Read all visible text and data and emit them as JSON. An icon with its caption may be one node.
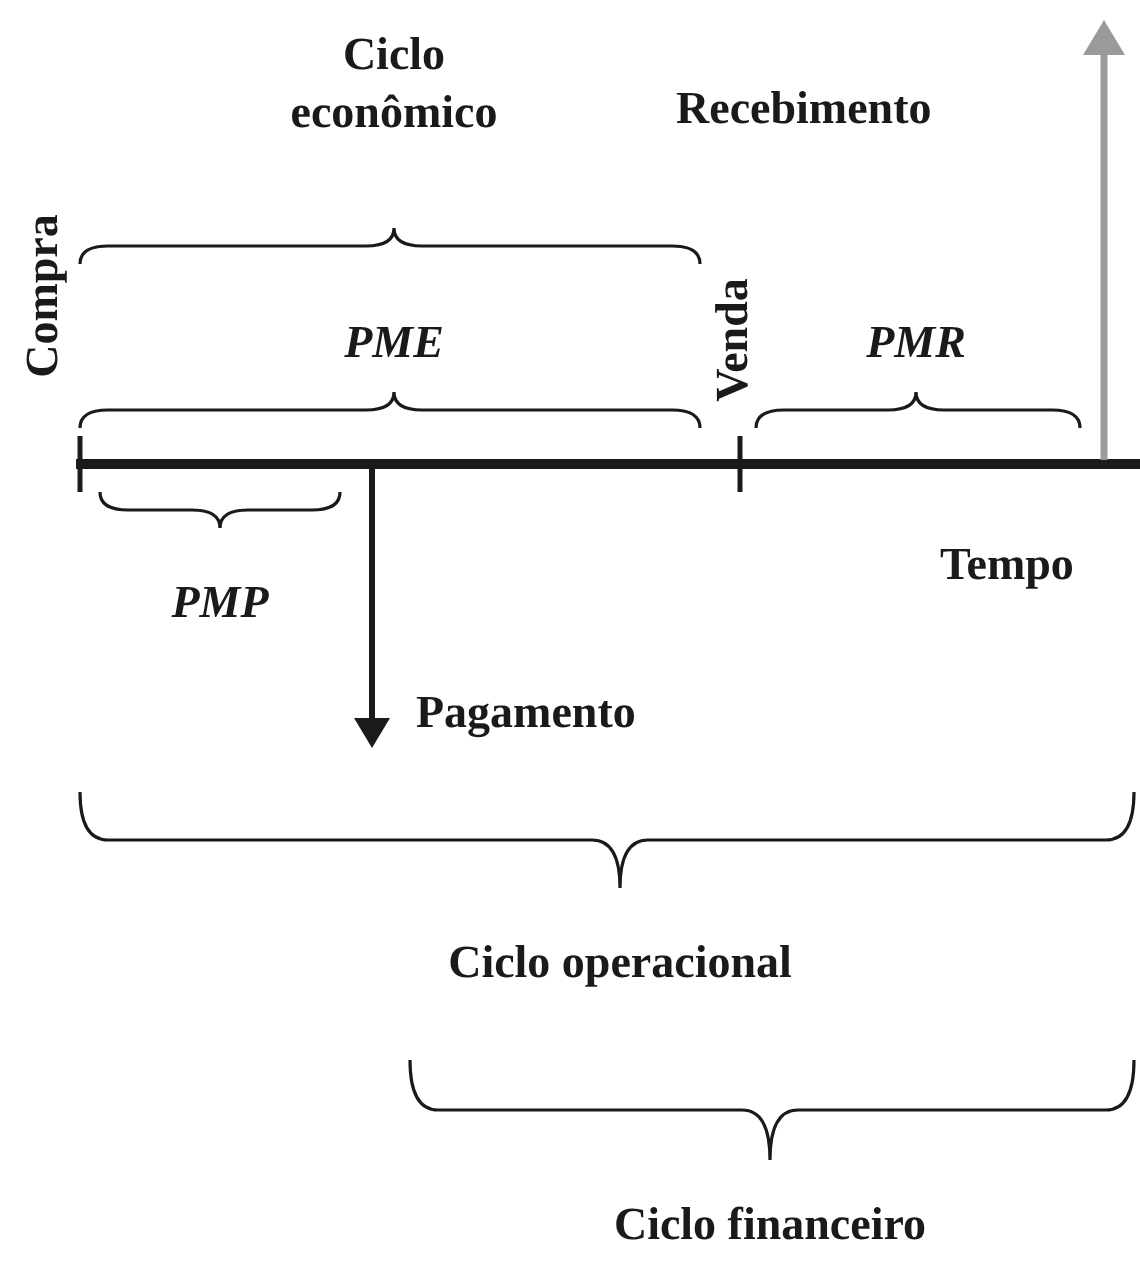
{
  "diagram": {
    "labels": [
      "Ciclo econômico",
      "Recebimento",
      "Compra",
      "PME",
      "Venda",
      "PMR",
      "Tempo",
      "PMP",
      "Pagamento",
      "Ciclo operacional",
      "Ciclo financeiro"
    ]
  }
}
